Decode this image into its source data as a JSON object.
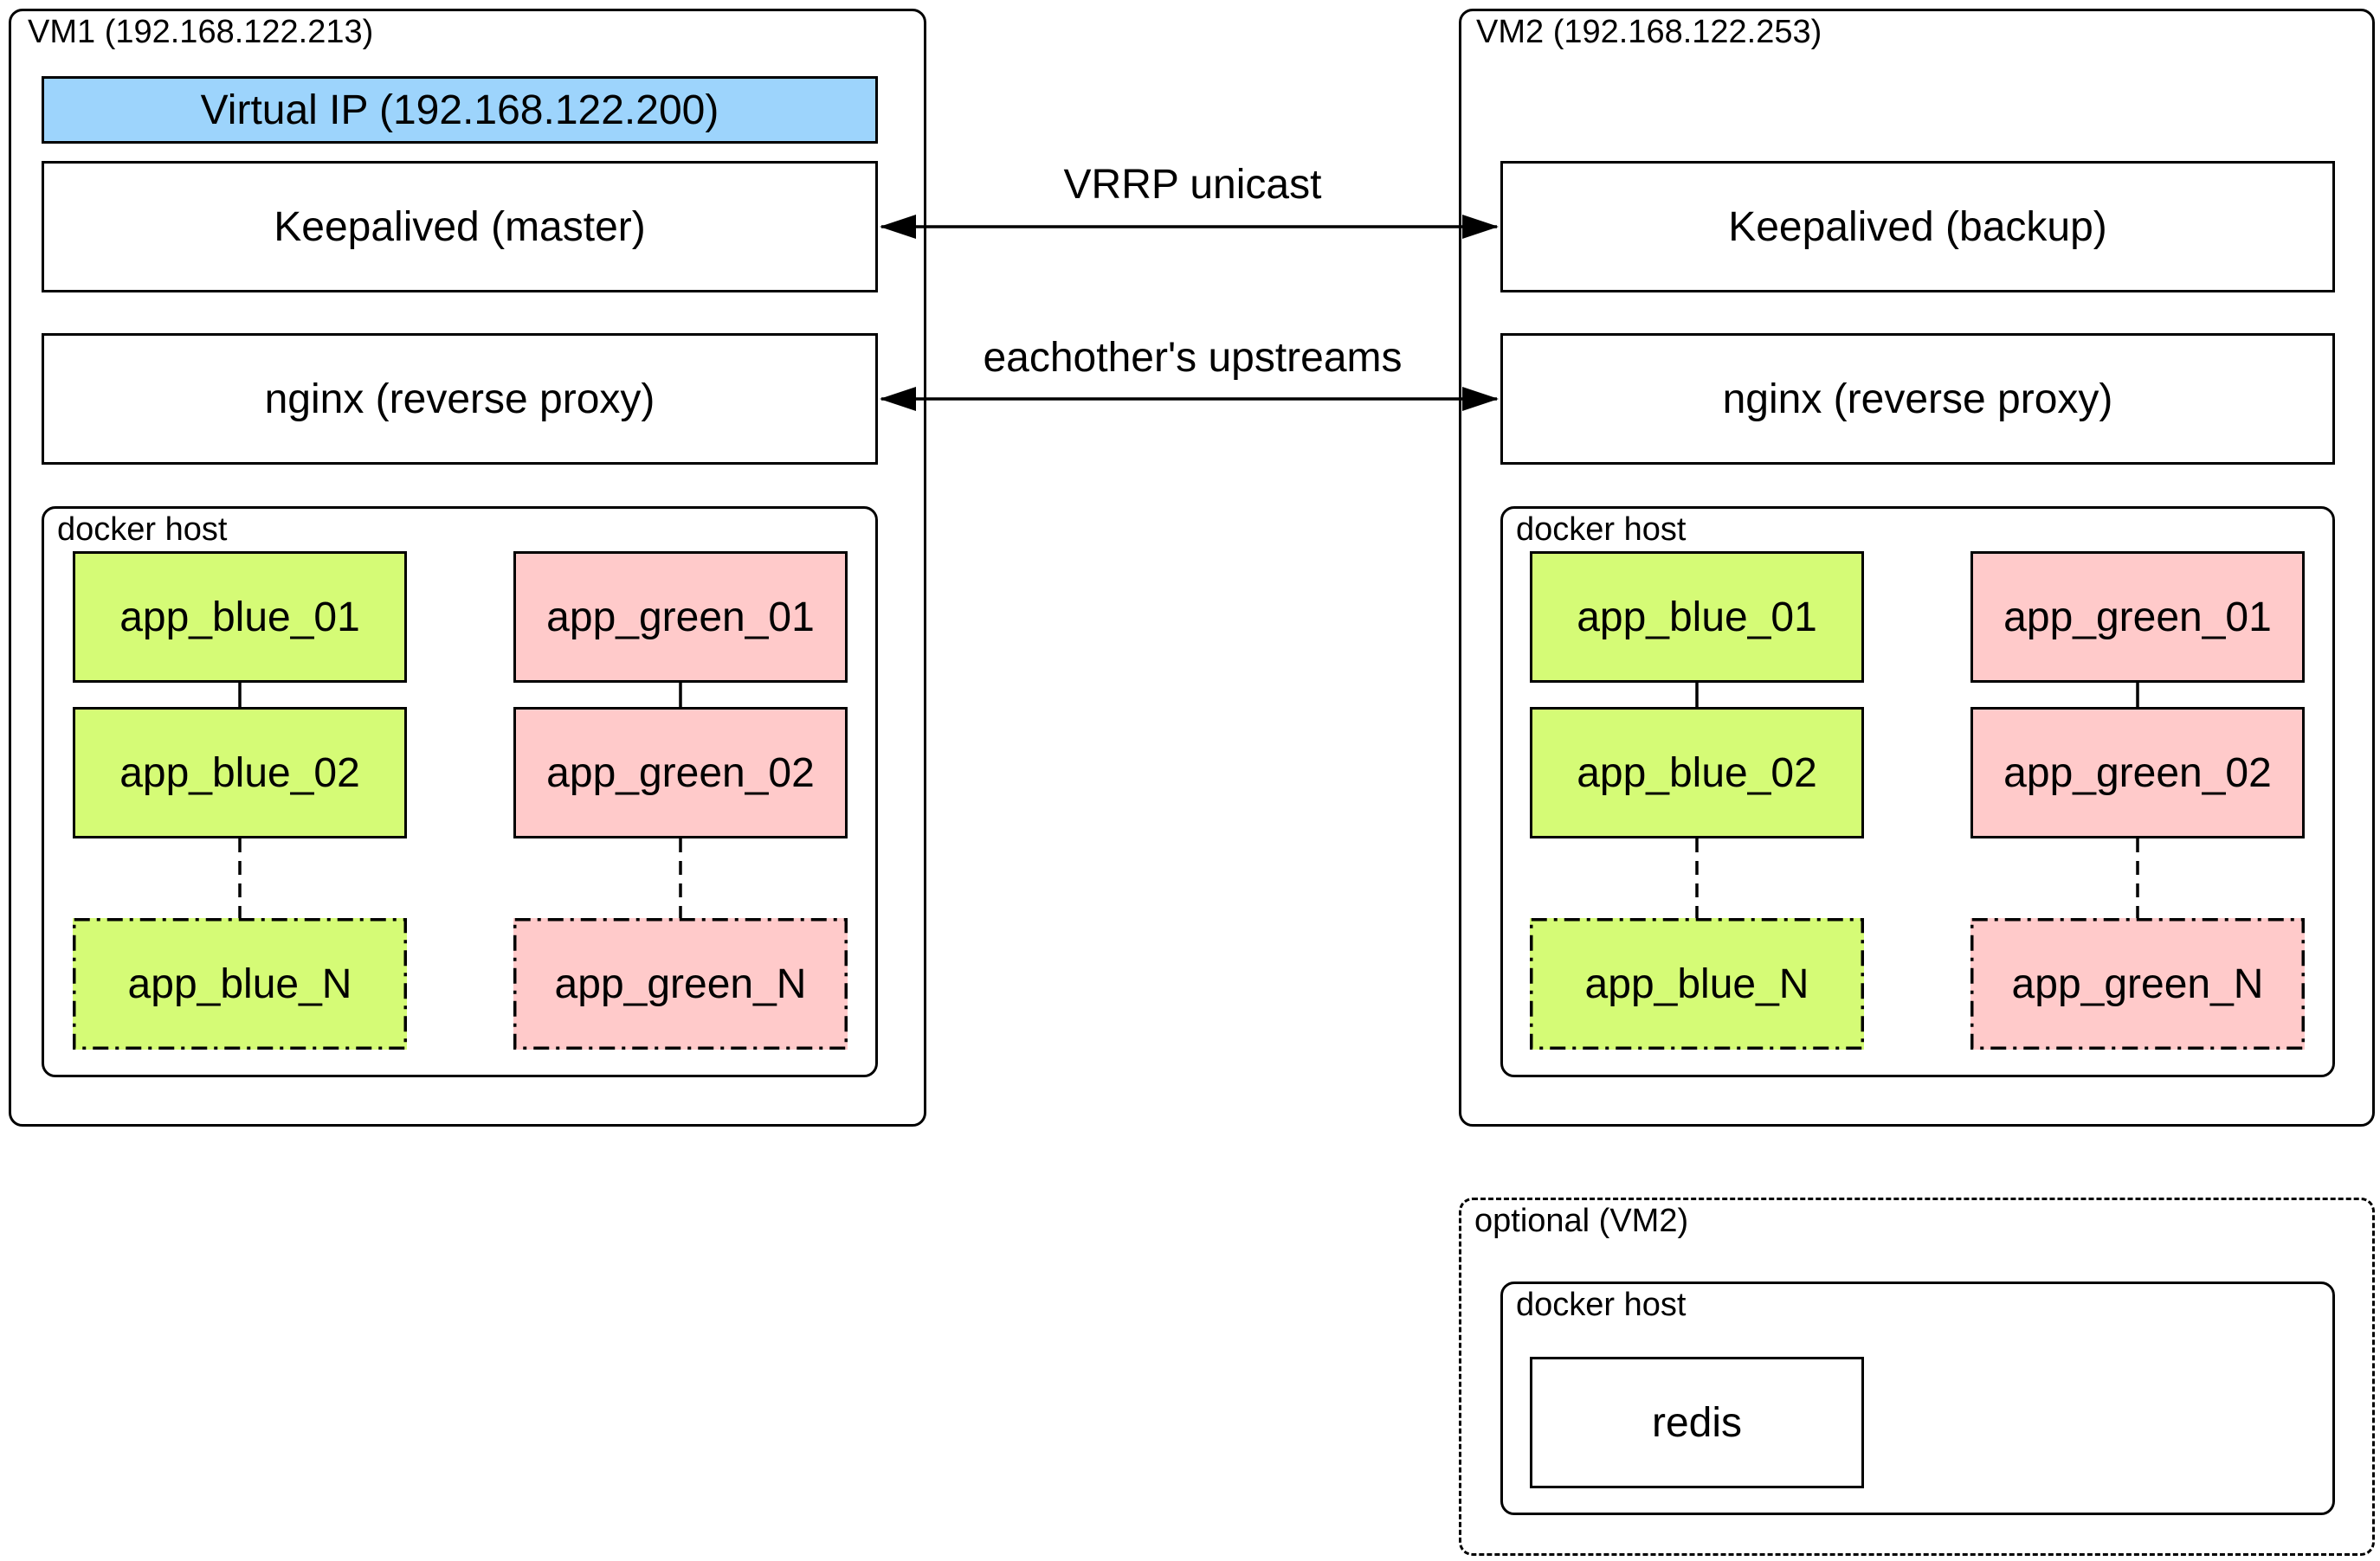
{
  "vm1": {
    "title": "VM1 (192.168.122.213)",
    "virtual_ip": "Virtual IP (192.168.122.200)",
    "keepalived": "Keepalived (master)",
    "nginx": "nginx (reverse proxy)",
    "docker_host": {
      "title": "docker host",
      "blue": [
        "app_blue_01",
        "app_blue_02",
        "app_blue_N"
      ],
      "green": [
        "app_green_01",
        "app_green_02",
        "app_green_N"
      ]
    }
  },
  "vm2": {
    "title": "VM2 (192.168.122.253)",
    "keepalived": "Keepalived (backup)",
    "nginx": "nginx (reverse proxy)",
    "docker_host": {
      "title": "docker host",
      "blue": [
        "app_blue_01",
        "app_blue_02",
        "app_blue_N"
      ],
      "green": [
        "app_green_01",
        "app_green_02",
        "app_green_N"
      ]
    }
  },
  "links": {
    "vrrp": "VRRP unicast",
    "upstreams": "eachother's upstreams"
  },
  "optional": {
    "title": "optional (VM2)",
    "docker_host": {
      "title": "docker host",
      "service": "redis"
    }
  },
  "colors": {
    "virtual_ip": "#9dd4fc",
    "blue_app": "#d5fb76",
    "green_app": "#ffcaca"
  }
}
